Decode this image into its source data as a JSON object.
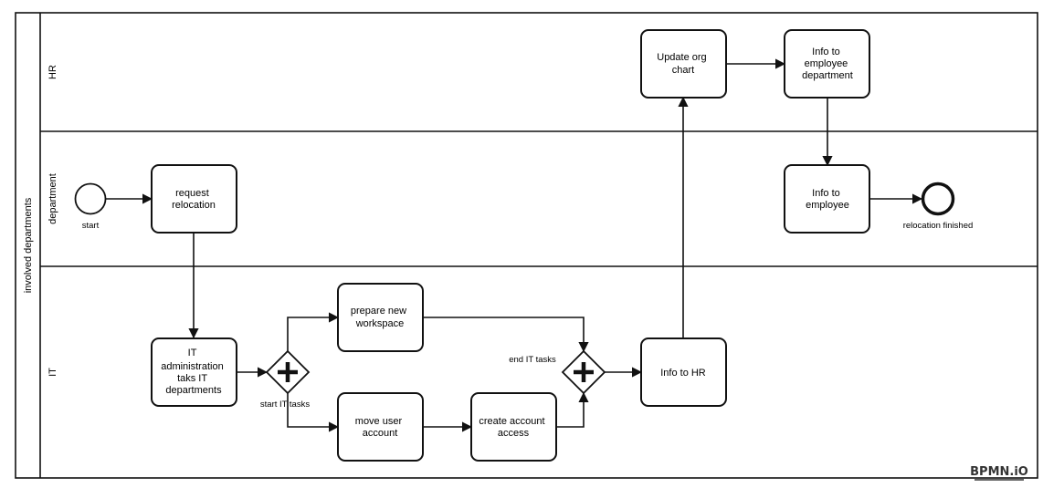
{
  "pool": {
    "label": "involved departments"
  },
  "lanes": {
    "hr": "HR",
    "department": "department",
    "it": "IT"
  },
  "events": {
    "start": "start",
    "end": "relocation finished"
  },
  "tasks": {
    "request_relocation": [
      "request",
      "relocation"
    ],
    "it_administration": [
      "IT",
      "administration",
      "taks IT",
      "departments"
    ],
    "prepare_workspace": [
      "prepare new",
      "workspace"
    ],
    "move_user_account": [
      "move user",
      "account"
    ],
    "create_account_access": [
      "create account",
      "access"
    ],
    "info_to_hr": [
      "Info to HR"
    ],
    "update_org_chart": [
      "Update org",
      "chart"
    ],
    "info_to_employee_department": [
      "Info to",
      "employee",
      "department"
    ],
    "info_to_employee": [
      "Info to",
      "employee"
    ]
  },
  "gateways": {
    "split": "start IT tasks",
    "join": "end IT tasks"
  },
  "watermark": "BPMN.iO"
}
